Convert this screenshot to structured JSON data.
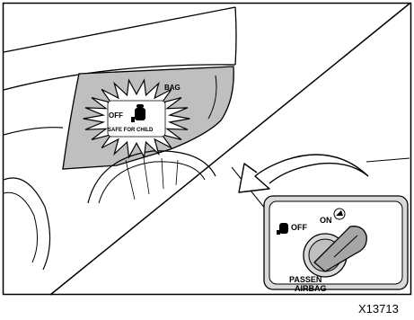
{
  "indicator": {
    "off_label": "OFF",
    "bag_label": "BAG",
    "safe_label": "SAFE FOR CHILD"
  },
  "switch_panel": {
    "off_label": "OFF",
    "on_label": "ON",
    "passenger_label": "PASSEN",
    "airbag_label": "AIRBAG"
  },
  "figure_code": "X13713",
  "colors": {
    "ink": "#000000",
    "panel_gray": "#bfbfbf",
    "light_gray": "#d9d9d9",
    "knob_gray": "#a6a6a6",
    "background": "#ffffff"
  }
}
